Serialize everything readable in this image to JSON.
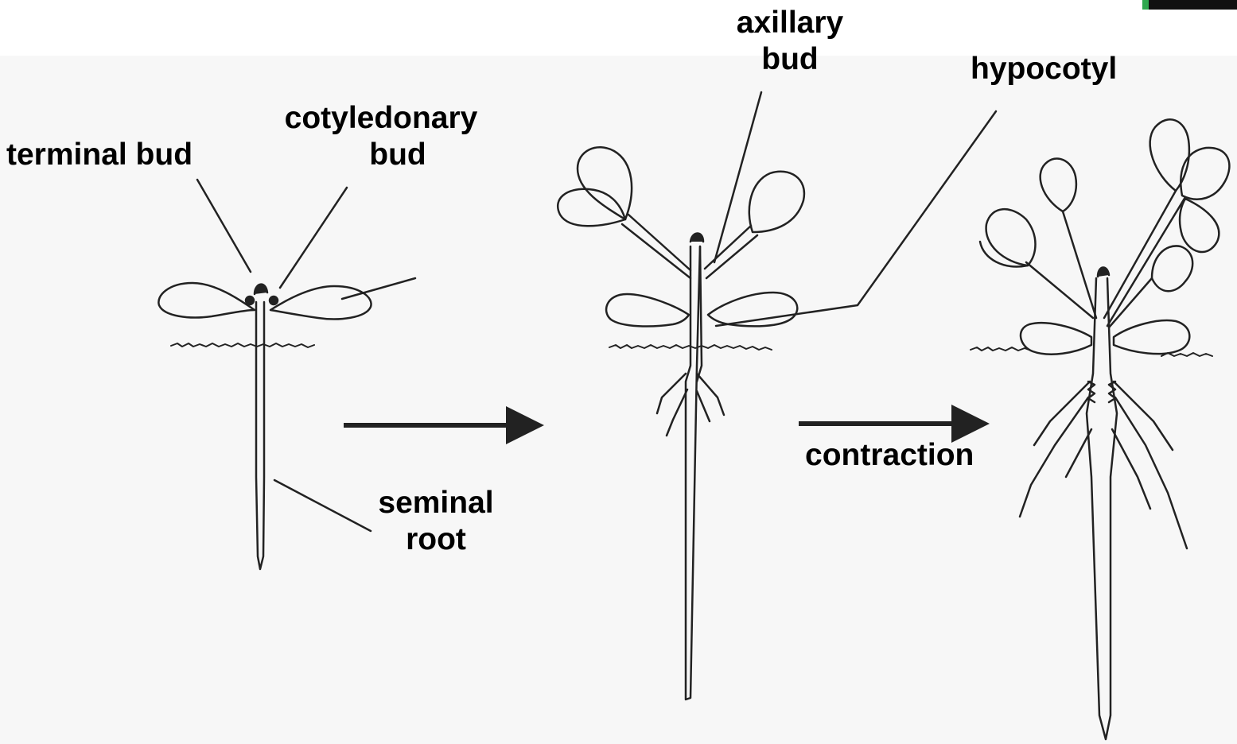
{
  "labels": {
    "terminal_bud": "terminal bud",
    "cotyledonary_bud_1": "cotyledonary",
    "cotyledonary_bud_2": "bud",
    "axillary_bud_1": "axillary",
    "axillary_bud_2": "bud",
    "hypocotyl": "hypocotyl",
    "seminal_root_1": "seminal",
    "seminal_root_2": "root",
    "contraction": "contraction"
  },
  "colors": {
    "background": "#ffffff",
    "paper": "#f7f7f7",
    "line": "#222222",
    "text": "#000000"
  }
}
